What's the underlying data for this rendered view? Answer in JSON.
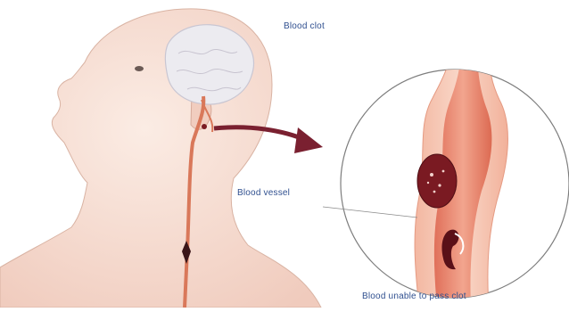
{
  "labels": {
    "blood_clot": "Blood clot",
    "blood_vessel": "Blood vessel",
    "blood_unable": "Blood unable to pass clot"
  },
  "colors": {
    "skin": "#f6ddd2",
    "brain": "#ebeaf0",
    "artery": "#d9785a",
    "clot": "#7a1a22",
    "arrow": "#7a2030",
    "label_text": "#2f4f8f"
  }
}
